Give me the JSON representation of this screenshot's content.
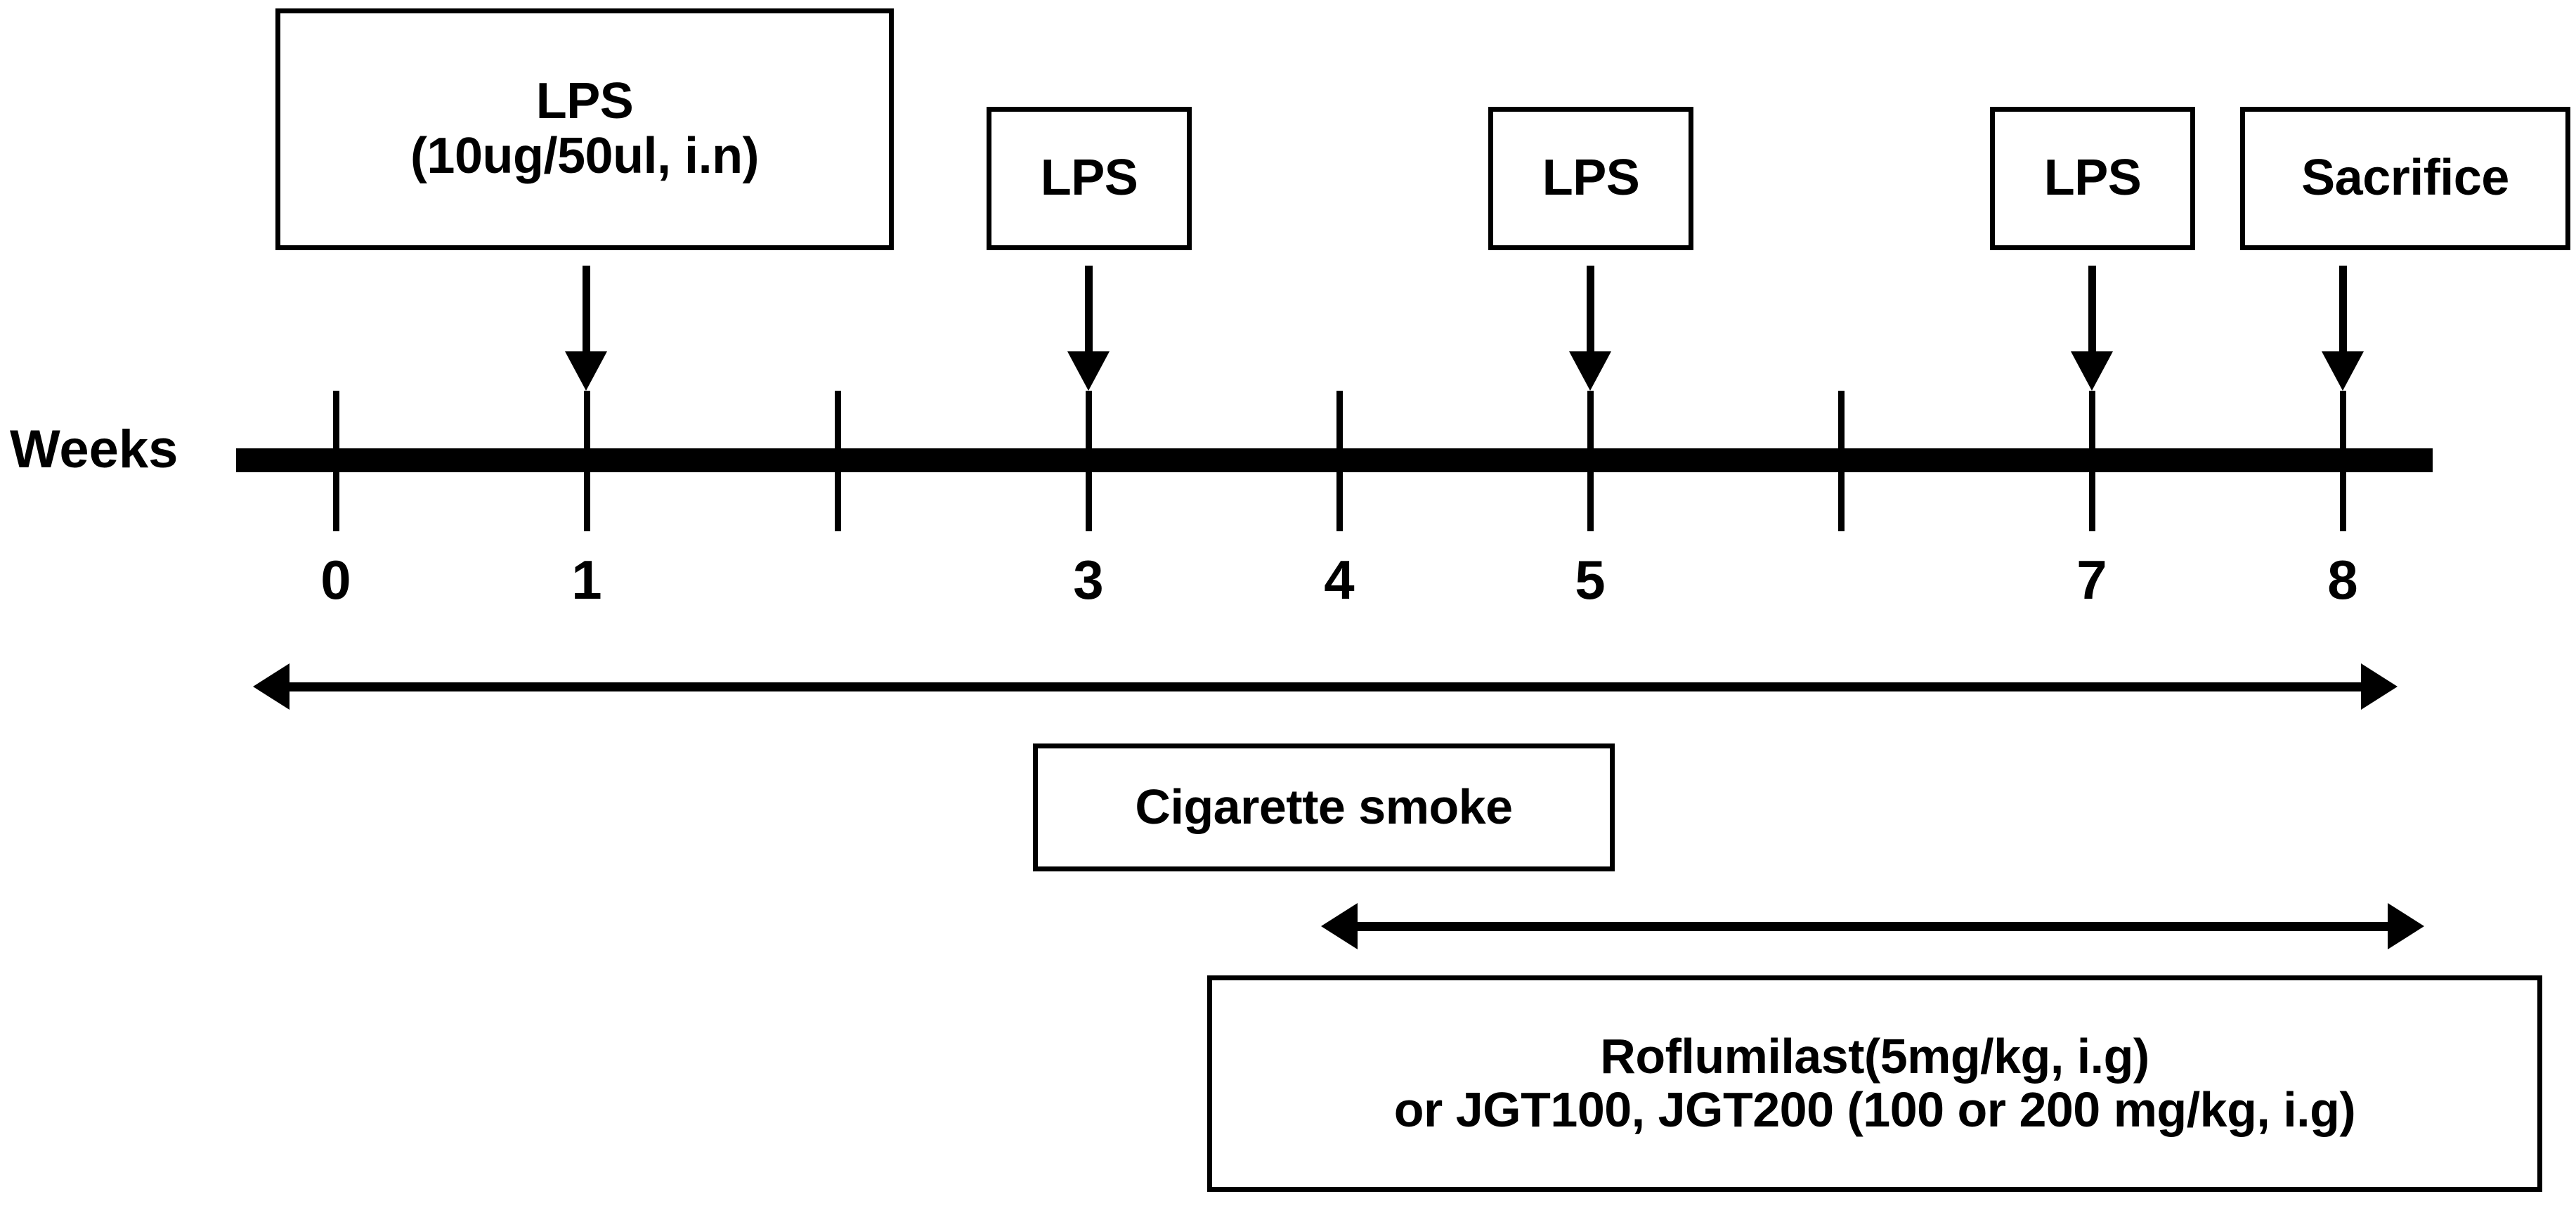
{
  "figure": {
    "kind": "experimental-timeline",
    "background_color": "#ffffff",
    "line_color": "#000000"
  },
  "timeline": {
    "axis_label": "Weeks",
    "tick_labels": [
      "0",
      "1",
      "",
      "3",
      "4",
      "5",
      "",
      "7",
      "8"
    ],
    "tick_weeks": [
      0,
      1,
      2,
      3,
      4,
      5,
      6,
      7,
      8
    ]
  },
  "events": [
    {
      "id": "lps-week1",
      "week": 1,
      "lines": [
        "LPS",
        "(10ug/50ul, i.n)"
      ]
    },
    {
      "id": "lps-week3",
      "week": 3,
      "lines": [
        "LPS"
      ]
    },
    {
      "id": "lps-week5",
      "week": 5,
      "lines": [
        "LPS"
      ]
    },
    {
      "id": "lps-week7",
      "week": 7,
      "lines": [
        "LPS"
      ]
    },
    {
      "id": "sacrifice-week8",
      "week": 8,
      "lines": [
        "Sacrifice"
      ]
    }
  ],
  "treatments": [
    {
      "id": "cigarette-smoke",
      "lines": [
        "Cigarette smoke"
      ],
      "span_weeks": [
        0,
        8
      ]
    },
    {
      "id": "drug-treatment",
      "lines": [
        "Roflumilast(5mg/kg, i.g)",
        "or JGT100, JGT200 (100 or 200 mg/kg, i.g)"
      ],
      "span_weeks": [
        4,
        8
      ]
    }
  ]
}
